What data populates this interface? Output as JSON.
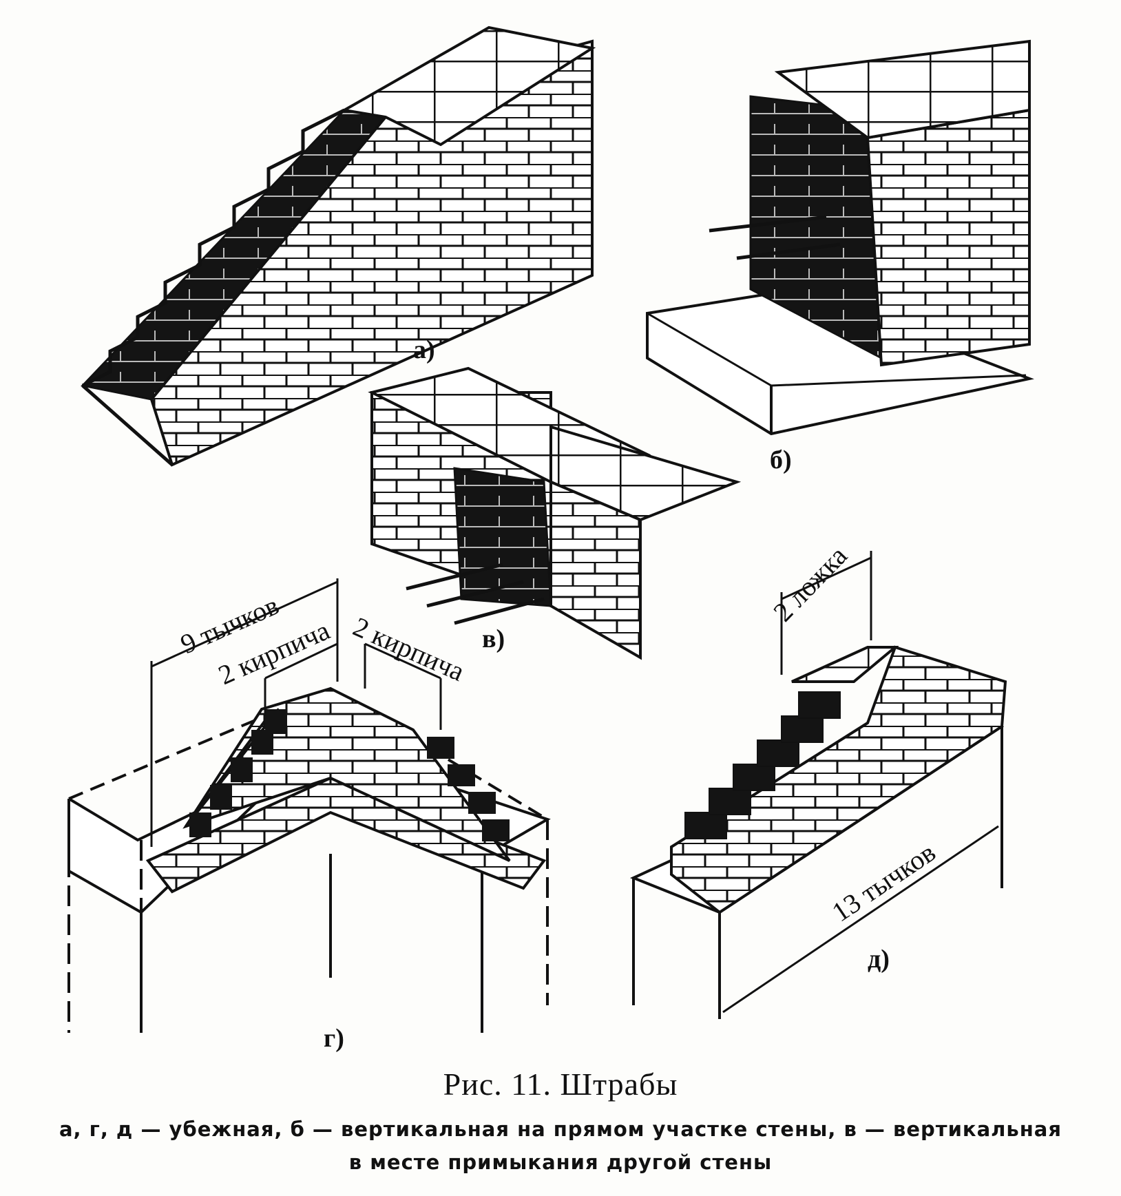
{
  "figure": {
    "labels": {
      "a": "а)",
      "b": "б)",
      "v": "в)",
      "g": "г)",
      "d": "д)"
    },
    "dimensions": {
      "g_total": "9 тычков",
      "g_left_step": "2 кирпича",
      "g_right_step": "2 кирпича",
      "d_step": "2 ложка",
      "d_total": "13 тычков"
    }
  },
  "caption": {
    "title": "Рис. 11. Штрабы",
    "line1": "а, г, д — убежная, б — вертикальная на прямом участке стены, в — вертикальная",
    "line2": "в месте примыкания другой стены"
  }
}
